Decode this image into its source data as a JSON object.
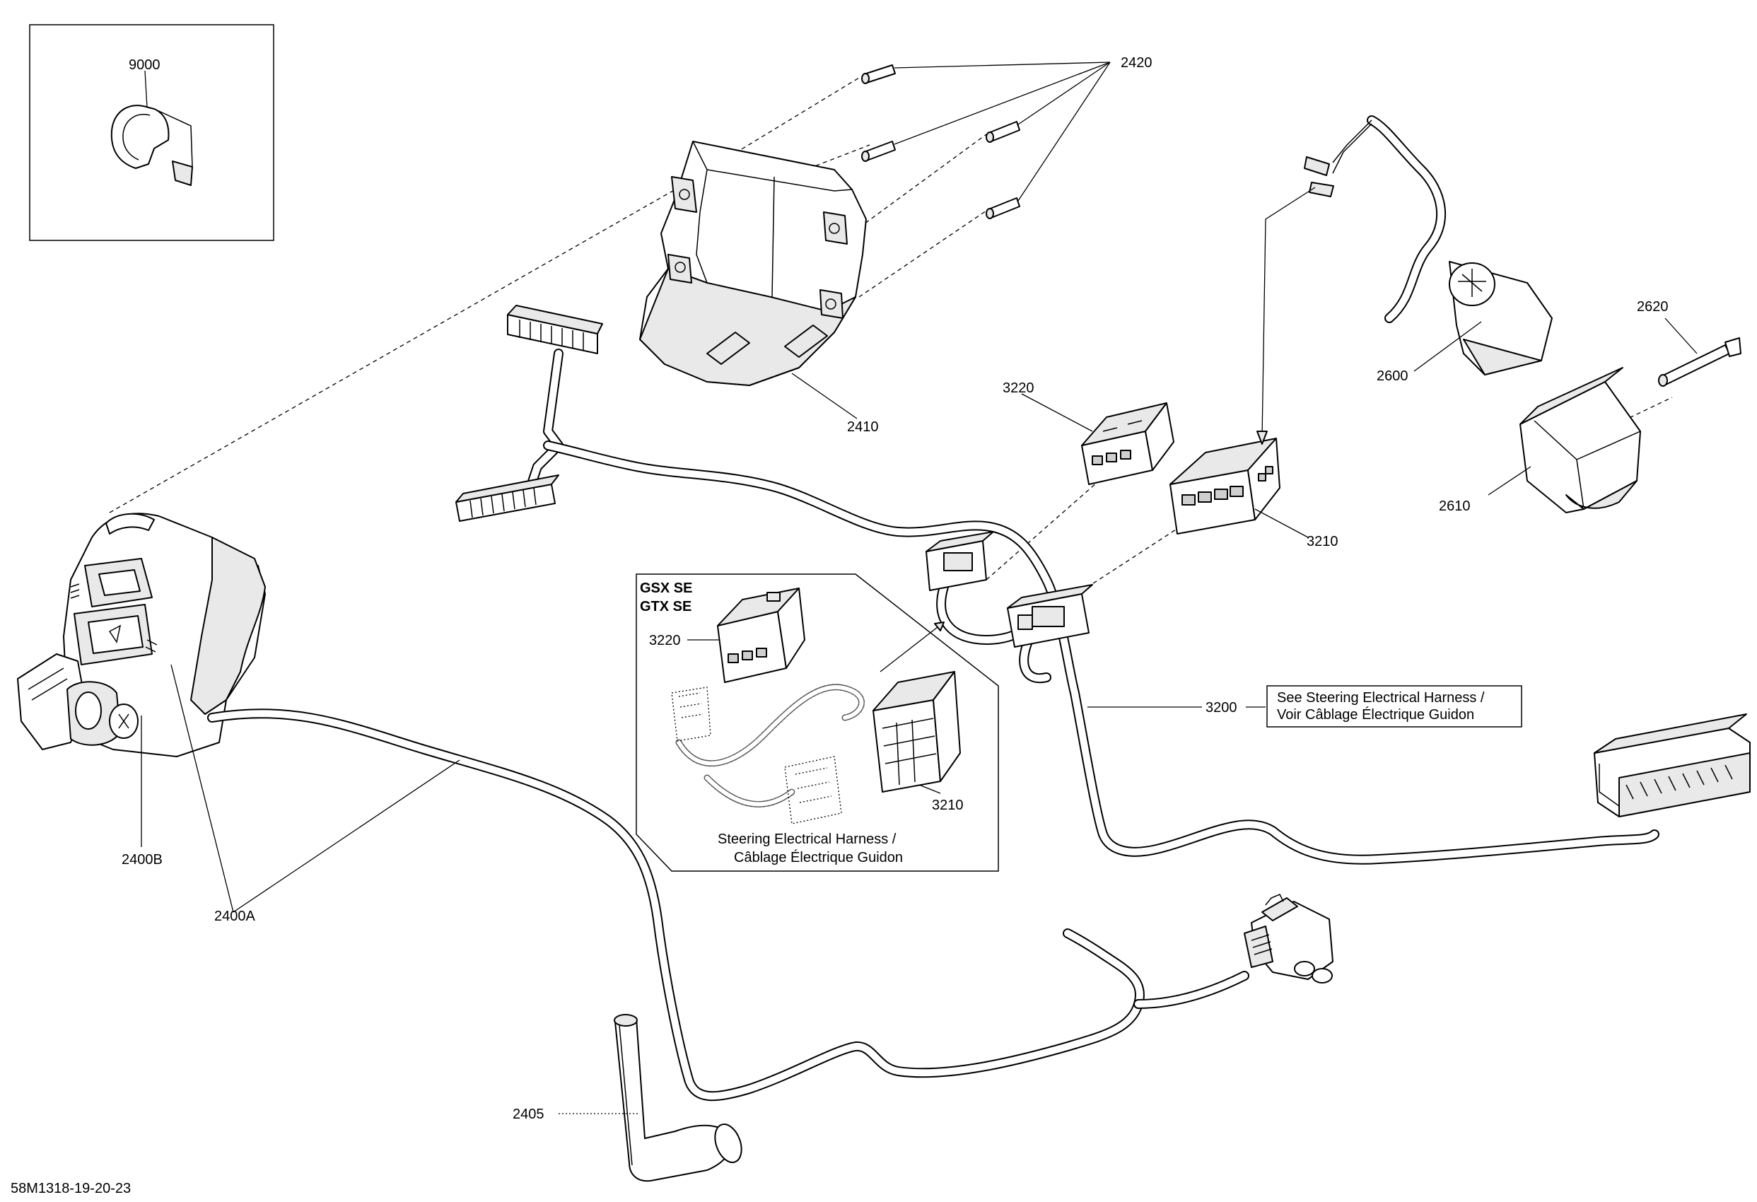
{
  "drawing_id": "58M1318-19-20-23",
  "callouts": {
    "c9000": "9000",
    "c2420": "2420",
    "c2410": "2410",
    "c2600": "2600",
    "c2620": "2620",
    "c2610": "2610",
    "c3220": "3220",
    "c3210": "3210",
    "c3200": "3200",
    "c2400B": "2400B",
    "c2400A": "2400A",
    "c2405": "2405",
    "inset_3220": "3220",
    "inset_3210": "3210"
  },
  "notes": {
    "see_harness_line1": "See Steering Electrical Harness /",
    "see_harness_line2": "Voir Câblage Électrique Guidon"
  },
  "inset": {
    "model_line1": "GSX SE",
    "model_line2": "GTX SE",
    "caption_line1": "Steering Electrical Harness /",
    "caption_line2": "Câblage Électrique Guidon"
  }
}
